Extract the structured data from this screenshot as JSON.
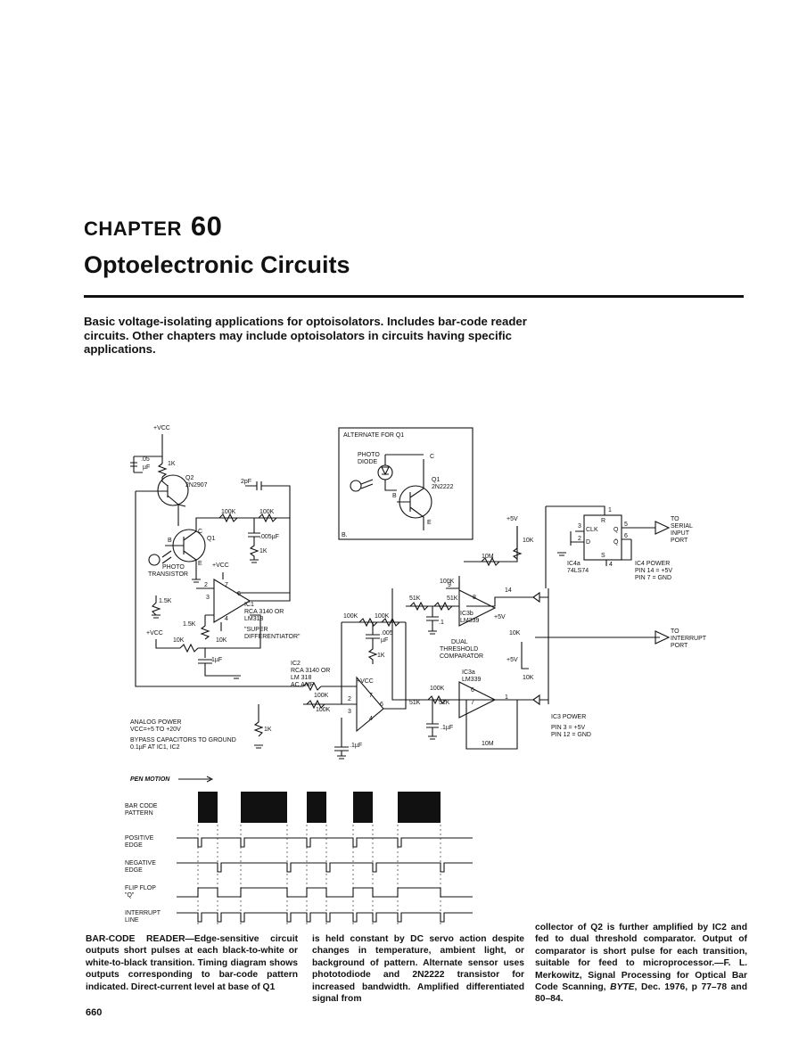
{
  "chapter": {
    "label": "CHAPTER",
    "number": "60",
    "title": "Optoelectronic Circuits",
    "intro": "Basic voltage-isolating applications for optoisolators. Includes bar-code reader circuits. Other chapters may include optoisolators in circuits having specific applications."
  },
  "schematic": {
    "labels": {
      "vcc_top": "+VCC",
      "cap_05": ".05",
      "cap_05_unit": "µF",
      "r_1k_top": "1K",
      "q2": "Q2",
      "q2_part": "2N2907",
      "cap_2pf": "2pF",
      "r_100k_a": "100K",
      "r_100k_b": "100K",
      "cap_005": ".005µF",
      "r_1k_mid": "1K",
      "q1": "Q1",
      "pin_b": "B",
      "pin_c": "C",
      "pin_e": "E",
      "photo_transistor_1": "PHOTO",
      "photo_transistor_2": "TRANSISTOR",
      "vcc_ic1": "+VCC",
      "r_15k_a": "1.5K",
      "r_15k_b": "1.5K",
      "vcc_left": "+VCC",
      "r_10k_a": "10K",
      "r_10k_b": "10K",
      "cap_1uf_a": "1µF",
      "ic1": "IC1",
      "ic1_part_1": "RCA 3140 OR",
      "ic1_part_2": "LM318",
      "ic1_desc_1": "\"SUPER",
      "ic1_desc_2": "DIFFERENTIATOR\"",
      "pin_2a": "2",
      "pin_3a": "3",
      "pin_7a": "7",
      "pin_6a": "6",
      "pin_4a": "4",
      "alt_title": "ALTERNATE FOR Q1",
      "alt_photo": "PHOTO",
      "alt_diode": "DIODE",
      "alt_q1": "Q1",
      "alt_part": "2N2222",
      "alt_c": "C",
      "alt_b": "B",
      "alt_e": "E",
      "alt_box_b": "B.",
      "r_100k_c": "100K",
      "r_100k_d": "100K",
      "cap_005b": ".005",
      "cap_005b_unit": "µF",
      "r_1k_ic2": "1K",
      "ic2": "IC2",
      "ic2_part_1": "RCA 3140 OR",
      "ic2_part_2": "LM 318",
      "ic2_part_3": "AC AMP",
      "vcc_ic2": "+VCC",
      "r_100k_e": "100K",
      "r_100k_f": "100K",
      "pin_2b": "2",
      "pin_3b": "3",
      "pin_7b": "7",
      "pin_6b": "6",
      "pin_4b": "4",
      "cap_1uf_ic2": ".1µF",
      "analog_power_1": "ANALOG POWER",
      "analog_power_2": "VCC=+5 TO +20V",
      "bypass_1": "BYPASS CAPACITORS TO GROUND",
      "bypass_2": "0.1µF AT IC1, IC2",
      "r_1k_bottom": "1K",
      "v5_a": "+5V",
      "r_10k_c": "10K",
      "r_10m_a": "10M",
      "r_100k_g": "100K",
      "pin_9": "9",
      "pin_8": "8",
      "pin_14": "14",
      "r_51k_a": "51K",
      "r_51k_b": "51K",
      "cap_1_a": ".1",
      "ic3b": "IC3b",
      "ic3b_part": "LM339",
      "v5_b": "+5V",
      "r_10k_d": "10K",
      "dual_1": "DUAL",
      "dual_2": "THRESHOLD",
      "dual_3": "COMPARATOR",
      "ic3a": "IC3a",
      "ic3a_part": "LM339",
      "v5_c": "+5V",
      "r_10k_e": "10K",
      "r_100k_h": "100K",
      "pin_6c": "6",
      "pin_7c": "7",
      "pin_1c": "1",
      "r_51k_c": "51K",
      "r_51k_d": "51K",
      "cap_1uf_c": ".1µF",
      "r_10m_b": "10M",
      "ic3_power_1": "IC3 POWER",
      "ic3_power_2": "PIN 3 = +5V",
      "ic3_power_3": "PIN 12 = GND",
      "ff_r": "R",
      "ff_clk": "CLK",
      "ff_q": "Q",
      "ff_d": "D",
      "ff_qbar": "Q̄",
      "ff_s": "S",
      "ff_pin_1": "1",
      "ff_pin_3": "3",
      "ff_pin_5": "5",
      "ff_pin_2": "2",
      "ff_pin_6": "6",
      "ff_pin_4": "4",
      "ic4a": "IC4a",
      "ic4a_part": "74LS74",
      "ic4_power_1": "IC4 POWER",
      "ic4_power_2": "PIN 14 = +5V",
      "ic4_power_3": "PIN 7 = GND",
      "serial_1": "TO",
      "serial_2": "SERIAL",
      "serial_3": "INPUT",
      "serial_4": "PORT",
      "int_1": "TO",
      "int_2": "INTERRUPT",
      "int_3": "PORT"
    }
  },
  "timing": {
    "pen_motion": "PEN MOTION",
    "rows": [
      {
        "label_1": "BAR CODE",
        "label_2": "PATTERN"
      },
      {
        "label_1": "POSITIVE",
        "label_2": "EDGE"
      },
      {
        "label_1": "NEGATIVE",
        "label_2": "EDGE"
      },
      {
        "label_1": "FLIP FLOP",
        "label_2": "\"Q\""
      },
      {
        "label_1": "INTERRUPT",
        "label_2": "LINE"
      }
    ]
  },
  "caption": {
    "heading": "BAR-CODE READER",
    "col1": "—Edge-sensitive circuit outputs short pulses at each black-to-white or white-to-black transition. Timing diagram shows outputs corresponding to bar-code pattern indicated. Direct-current level at base of Q1",
    "col2": "is held constant by DC servo action despite changes in temperature, ambient light, or background of pattern. Alternate sensor uses phototodiode and 2N2222 transistor for increased bandwidth. Amplified differentiated signal from",
    "col3_a": "collector of Q2 is further amplified by IC2 and fed to dual threshold comparator. Output of comparator is short pulse for each transition, suitable for feed to microprocessor.—F. L. Merkowitz, Signal Processing for Optical Bar Code Scanning, ",
    "col3_journal": "BYTE",
    "col3_b": ", Dec. 1976, p 77–78 and 80–84."
  },
  "page_number": "660"
}
